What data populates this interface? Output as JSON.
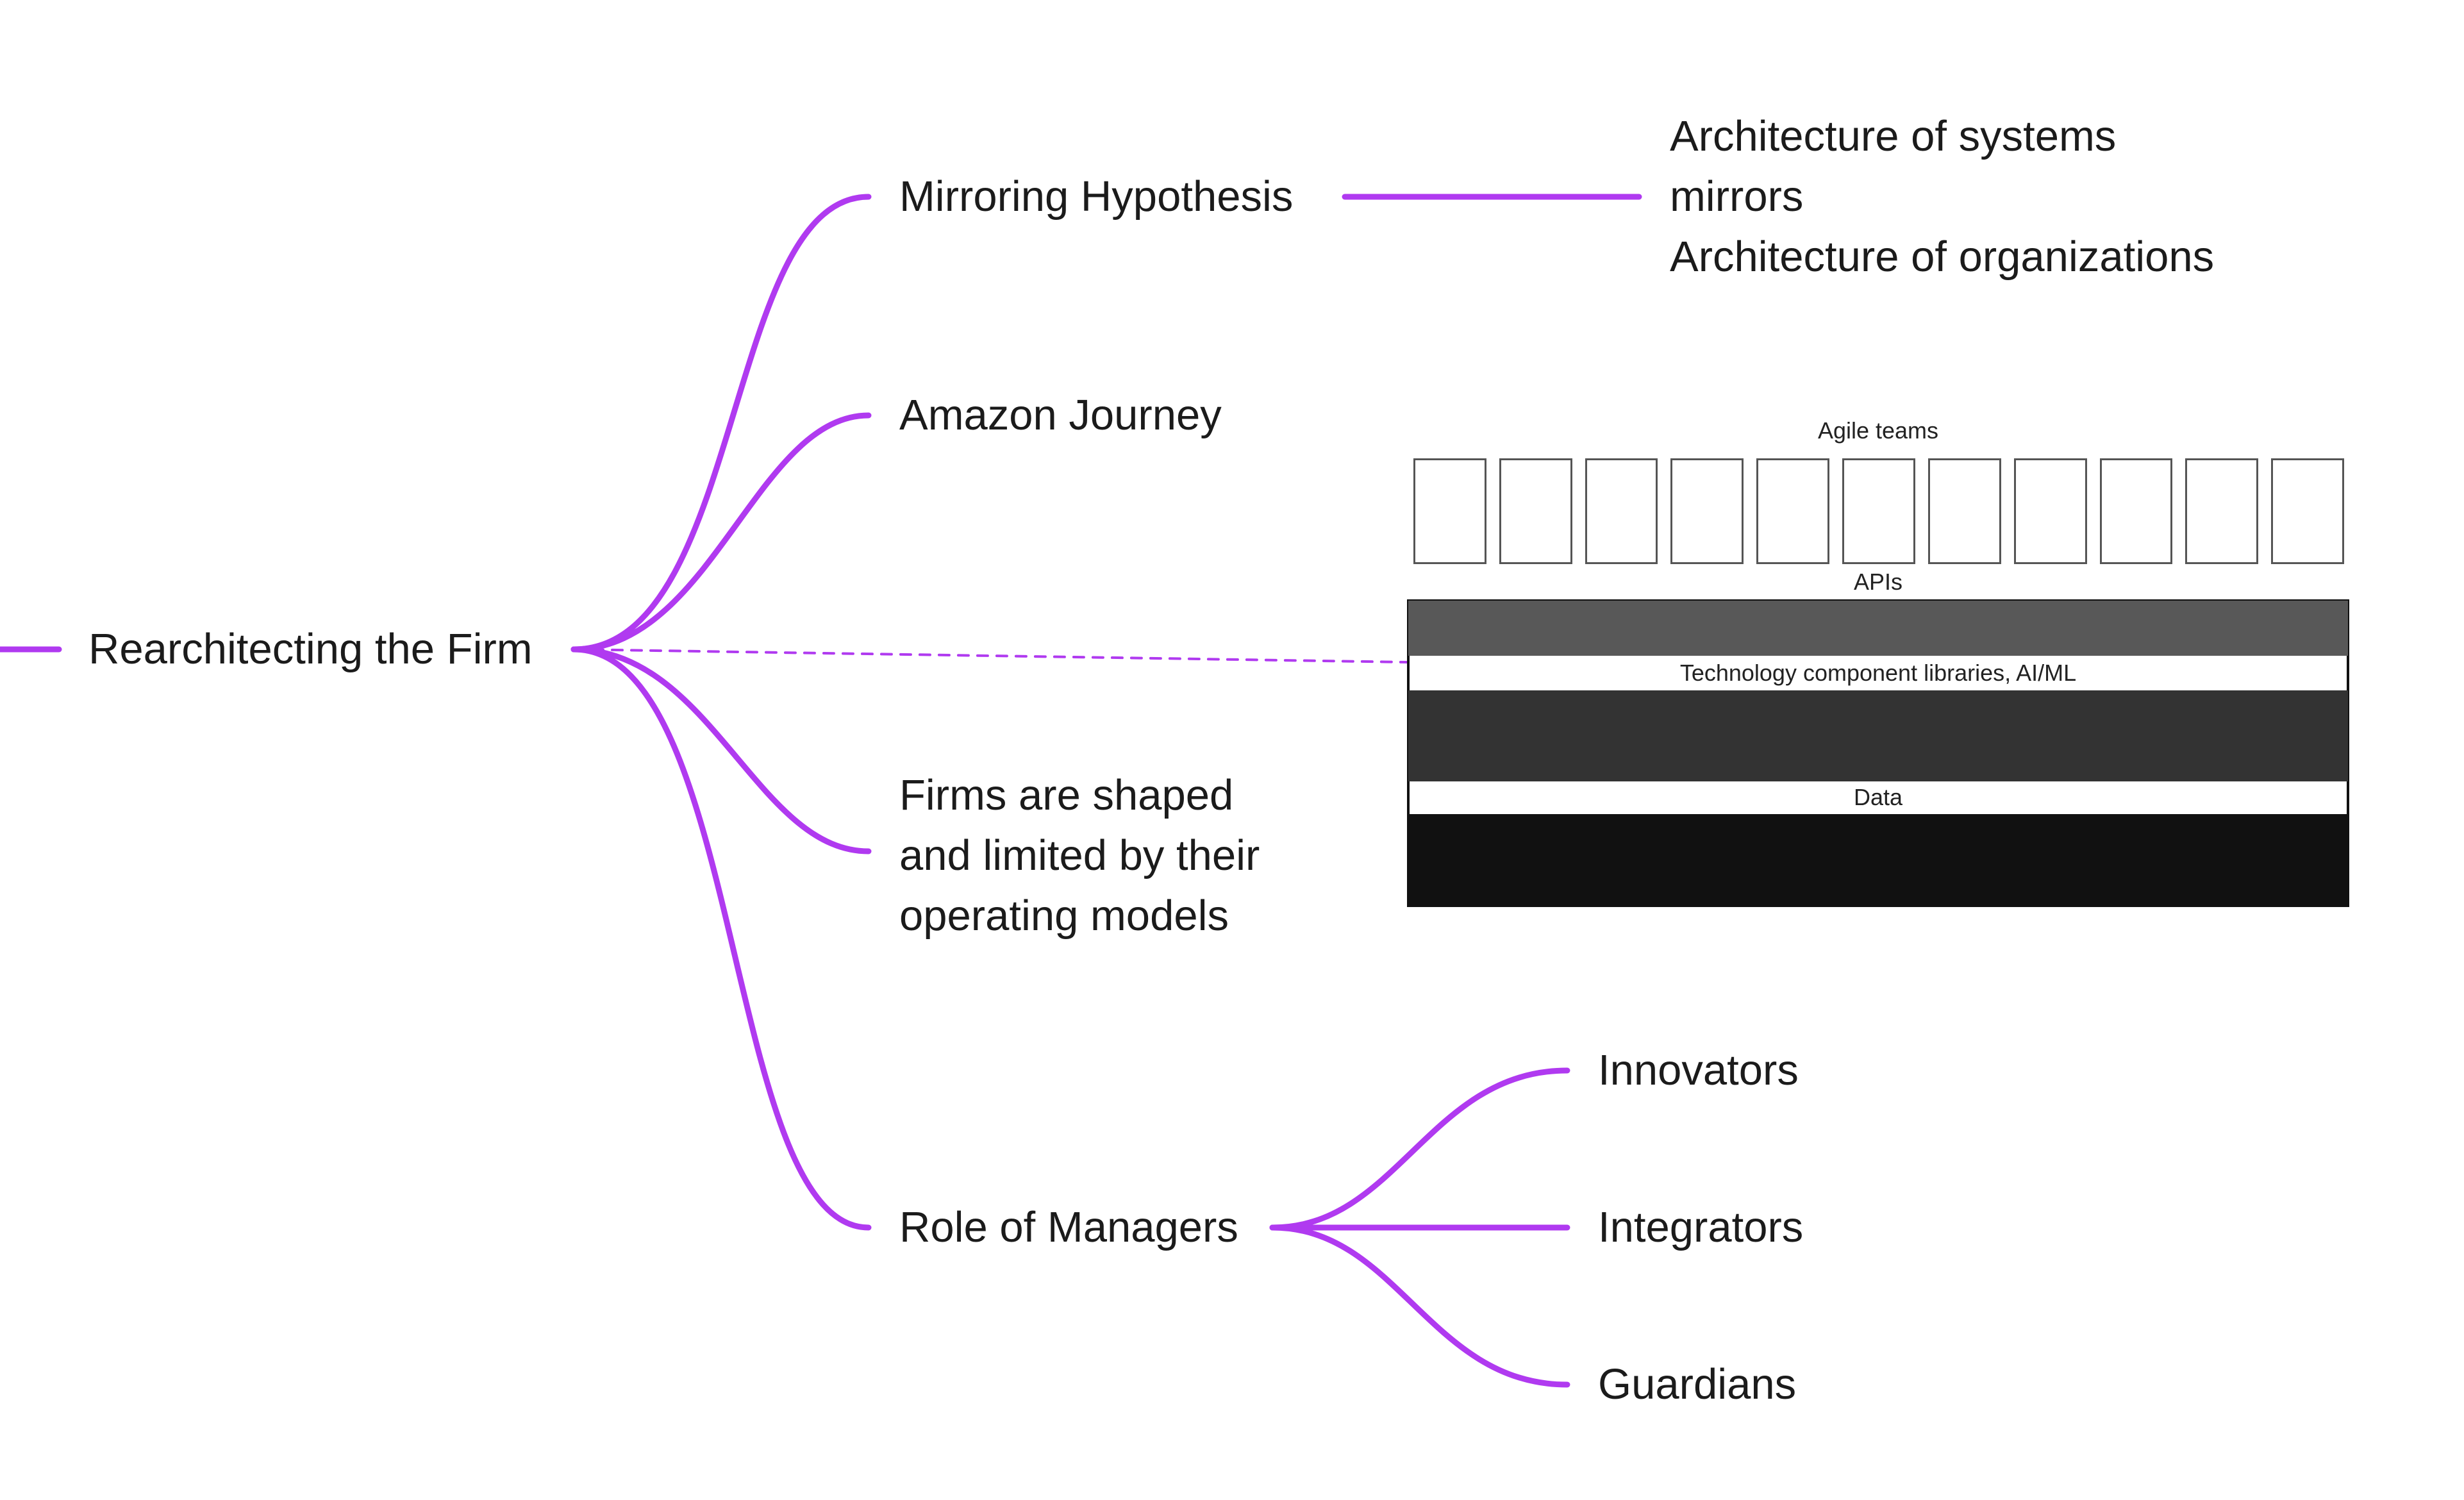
{
  "mindmap": {
    "root": "Rearchitecting the Firm",
    "mirroring": "Mirroring Hypothesis",
    "mirroring_detail": [
      "Architecture of systems",
      "mirrors",
      "Architecture of organizations"
    ],
    "amazon": "Amazon Journey",
    "firms_shaped": [
      "Firms are shaped",
      "and limited by their",
      "operating models"
    ],
    "managers": "Role of Managers",
    "manager_roles": [
      "Innovators",
      "Integrators",
      "Guardians"
    ]
  },
  "stack": {
    "agile_label": "Agile teams",
    "team_count": 11,
    "apis_label": "APIs",
    "tech_label": "Technology component libraries, AI/ML",
    "data_label": "Data"
  },
  "colors": {
    "branch": "#b03af0",
    "api_layer": "#585858",
    "tech_layer": "#333333",
    "data_layer": "#111111"
  }
}
